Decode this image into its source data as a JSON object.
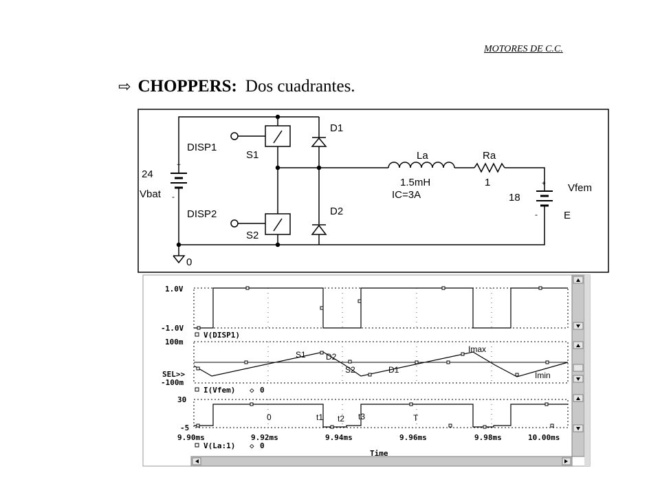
{
  "header": {
    "subject": "MOTORES DE C.C."
  },
  "title": {
    "arrow": "⇨",
    "main": "CHOPPERS:",
    "sub": "Dos cuadrantes."
  },
  "circuit": {
    "battery_value": "24",
    "battery_name": "Vbat",
    "battery_plus": "+",
    "battery_minus": "-",
    "disp1": "DISP1",
    "disp2": "DISP2",
    "s1": "S1",
    "s2": "S2",
    "d1": "D1",
    "d2": "D2",
    "inductor_name": "La",
    "inductor_value": "1.5mH",
    "inductor_ic": "IC=3A",
    "resistor_name": "Ra",
    "resistor_value": "1",
    "source_value": "18",
    "source_name": "Vfem",
    "source_e": "E",
    "source_plus": "+",
    "source_minus": "-",
    "ground": "0"
  },
  "plots": {
    "p1_ytop": "1.0V",
    "p1_ybot": "-1.0V",
    "p1_legend": "V(DISP1)",
    "p2_ytop": "100m",
    "p2_ybot": "-100m",
    "p2_sel": "SEL>>",
    "p2_legend": "I(Vfem)",
    "p2_ann_s1": "S1",
    "p2_ann_d2": "D2",
    "p2_ann_s2": "S2",
    "p2_ann_d1": "D1",
    "p2_ann_imax": "Imax",
    "p2_ann_imin": "Imin",
    "p3_ytop": "30",
    "p3_ybot": "-5",
    "p3_legend": "V(La:1)",
    "p3_ann_0": "0",
    "p3_ann_t1": "t1",
    "p3_ann_t2": "t2",
    "p3_ann_t3": "t3",
    "p3_ann_T": "T",
    "legend_marker": "◇",
    "legend_zero": "0",
    "x_ticks": [
      "9.90ms",
      "9.92ms",
      "9.94ms",
      "9.96ms",
      "9.98ms",
      "10.00ms"
    ],
    "x_label": "Time"
  }
}
